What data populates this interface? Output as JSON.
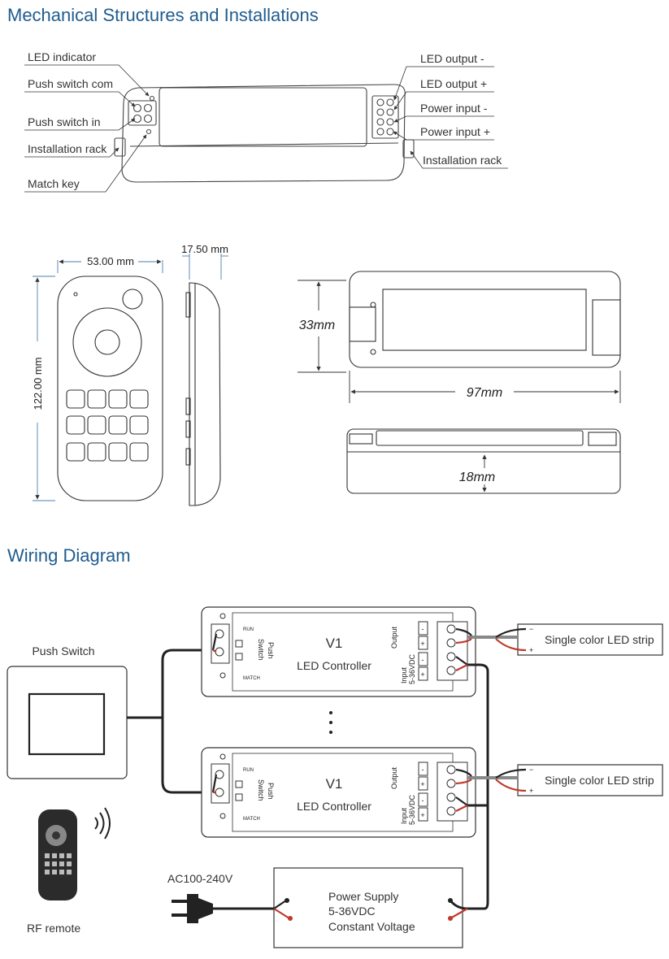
{
  "sections": {
    "mechanical_title": "Mechanical Structures and Installations",
    "wiring_title": "Wiring Diagram"
  },
  "callouts": {
    "led_indicator": "LED indicator",
    "push_switch_com": "Push switch com",
    "push_switch_in": "Push switch in",
    "installation_rack_left": "Installation rack",
    "match_key": "Match key",
    "led_output_minus": "LED output -",
    "led_output_plus": "LED output +",
    "power_input_minus": "Power input -",
    "power_input_plus": "Power input +",
    "installation_rack_right": "Installation rack"
  },
  "dimensions": {
    "remote_width": "53.00 mm",
    "remote_depth": "17.50 mm",
    "remote_height": "122.00 mm",
    "controller_height": "33mm",
    "controller_length": "97mm",
    "controller_thickness": "18mm"
  },
  "wiring": {
    "push_switch": "Push Switch",
    "rf_remote": "RF remote",
    "ac_input": "AC100-240V",
    "strip": "Single color LED strip",
    "controller": {
      "run": "RUN",
      "match": "MATCH",
      "push": "Push",
      "switch": "Switch",
      "model": "V1",
      "name": "LED Controller",
      "output": "Output",
      "input": "Input",
      "input_range": "5-36VDC",
      "minus": "-",
      "plus": "+"
    },
    "power_supply": {
      "line1": "Power Supply",
      "line2": "5-36VDC",
      "line3": "Constant Voltage"
    },
    "strip_minus": "−",
    "strip_plus": "+"
  }
}
